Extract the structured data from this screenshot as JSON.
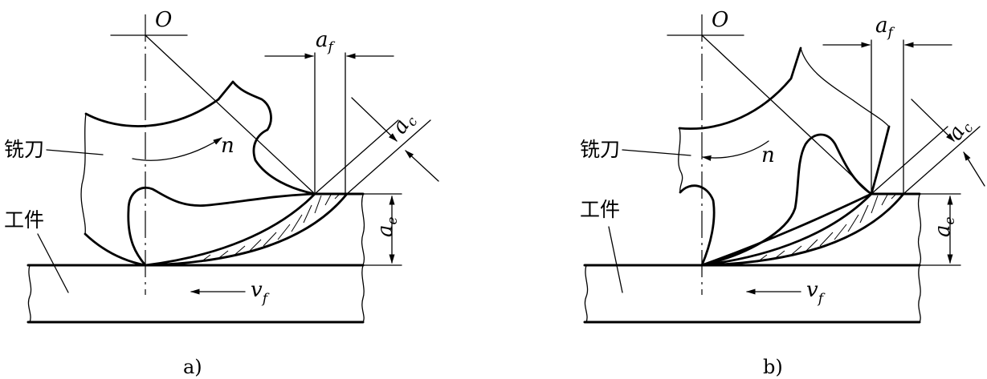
{
  "panels": [
    {
      "center_label": "O",
      "feed_per_tooth": {
        "symbol": "a",
        "sub": "f"
      },
      "chip_thickness": {
        "symbol": "a",
        "sub": "c"
      },
      "cut_depth": {
        "symbol": "a",
        "sub": "e"
      },
      "rotation_label": "n",
      "feed_velocity": {
        "symbol": "v",
        "sub": "f"
      },
      "cutter_label": "铣刀",
      "workpiece_label": "工件",
      "caption": "a)"
    },
    {
      "center_label": "O",
      "feed_per_tooth": {
        "symbol": "a",
        "sub": "f"
      },
      "chip_thickness": {
        "symbol": "a",
        "sub": "c"
      },
      "cut_depth": {
        "symbol": "a",
        "sub": "e"
      },
      "rotation_label": "n",
      "feed_velocity": {
        "symbol": "v",
        "sub": "f"
      },
      "cutter_label": "铣刀",
      "workpiece_label": "工件",
      "caption": "b)"
    }
  ]
}
